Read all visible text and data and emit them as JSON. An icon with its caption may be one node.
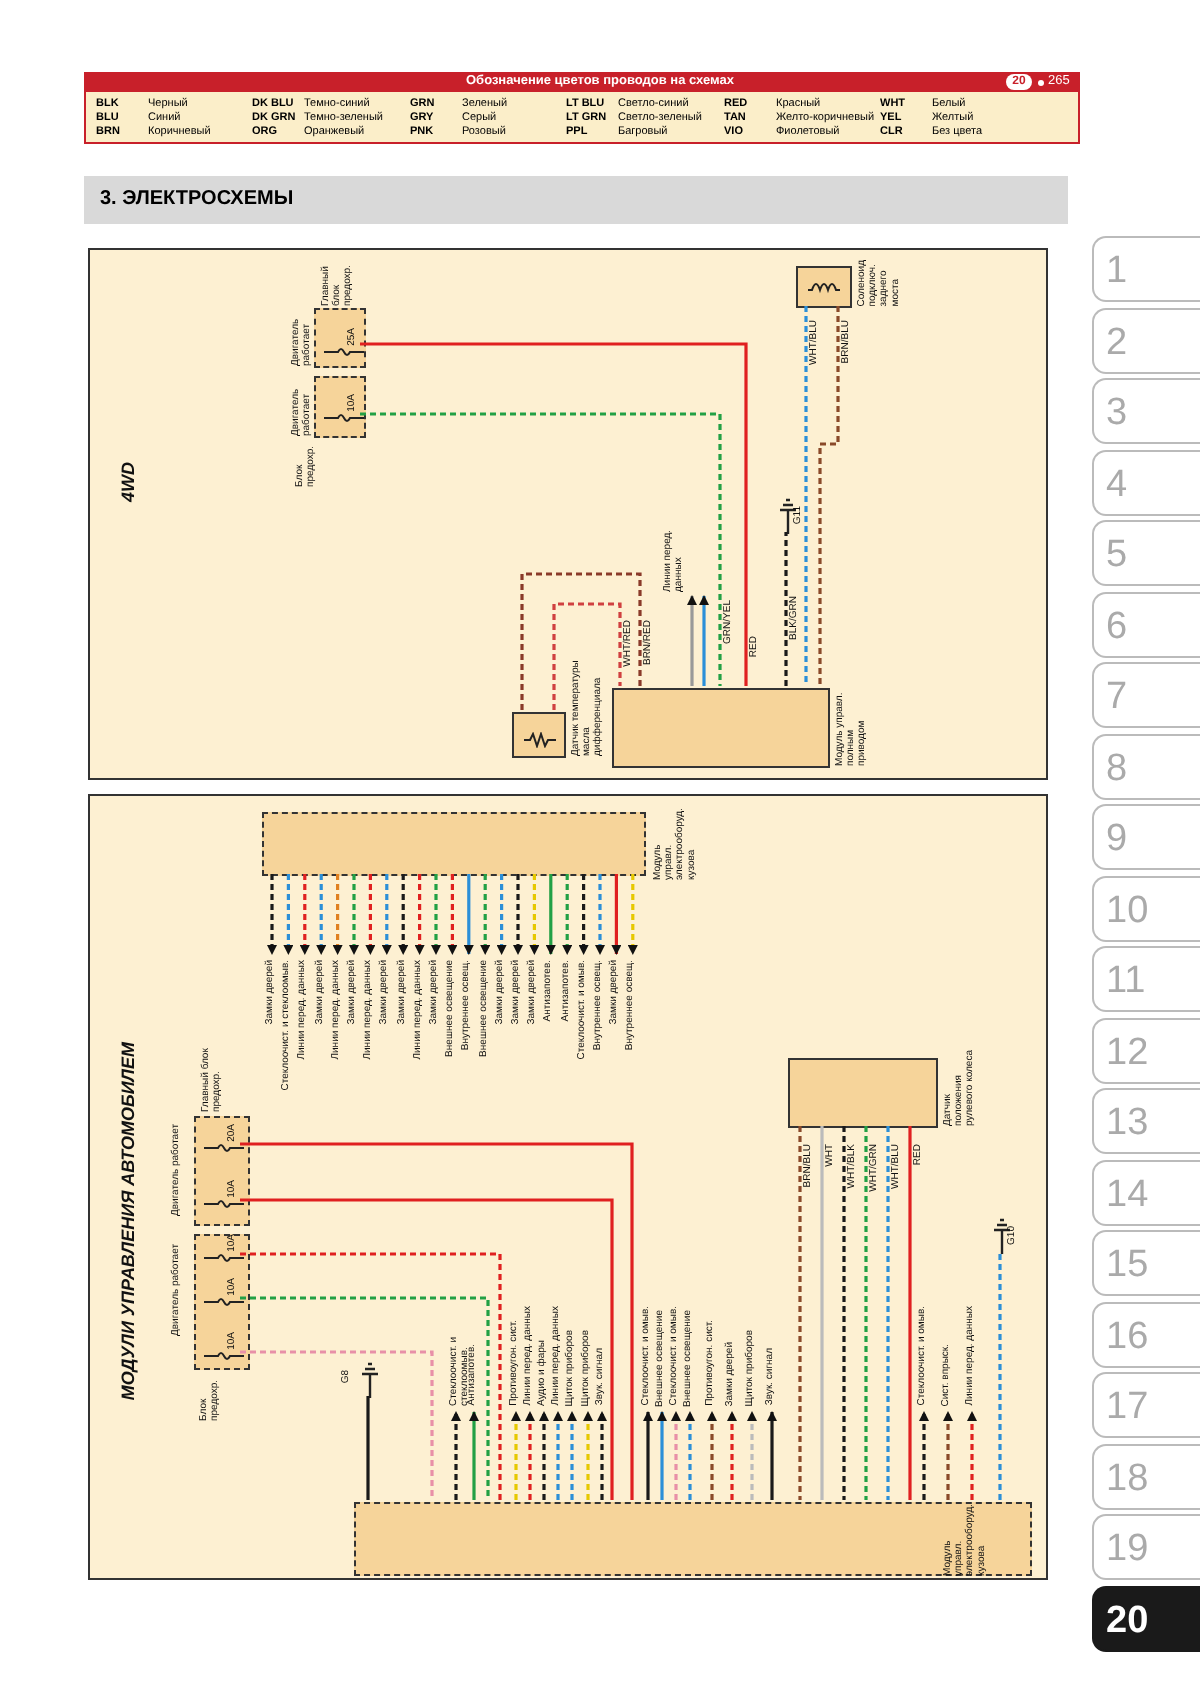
{
  "diagram": {
    "title": "3. ЭЛЕКТРОСХЕМЫ",
    "nodes": [
      {
        "text": [
          "4WD"
        ]
      },
      {
        "text": [
          "Главный блок предохр."
        ],
        "beside": [
          "Двигатель работает"
        ],
        "in": 0
      },
      {
        "text": [
          "25A"
        ],
        "in": 1
      },
      {
        "text": [
          "Блок предохр."
        ],
        "beside": [
          "Двигатель работает"
        ],
        "in": 0
      },
      {
        "text": [
          "10A"
        ],
        "in": 3
      },
      {
        "text": [
          "Датчик температуры масла дифференциала"
        ],
        "in": 0
      },
      {
        "text": [
          "Модуль управл. полным приводом"
        ],
        "in": 0
      },
      {
        "text": [
          "Соленоид подключ. заднего моста"
        ],
        "in": 0
      },
      {
        "text": [
          "G11"
        ],
        "in": 0
      },
      {
        "text": [
          "МОДУЛИ УПРАВЛЕНИЯ АВТОМОБИЛЕМ"
        ]
      },
      {
        "text": [
          "Модуль управл. электрооборуд. кузова"
        ],
        "in": 9
      },
      {
        "text": [
          "Главный блок предохр."
        ],
        "beside": [
          "Двигатель работает"
        ],
        "in": 9
      },
      {
        "text": [
          "20A"
        ],
        "in": 11
      },
      {
        "text": [
          "10A"
        ],
        "in": 11
      },
      {
        "text": [
          "Блок предохр."
        ],
        "beside": [
          "Двигатель работает"
        ],
        "in": 9
      },
      {
        "text": [
          "10A"
        ],
        "in": 14
      },
      {
        "text": [
          "10A"
        ],
        "in": 14
      },
      {
        "text": [
          "10A"
        ],
        "in": 14
      },
      {
        "text": [
          "Датчик положения рулевого колеса"
        ],
        "in": 9
      },
      {
        "text": [
          "Модуль управл. электрооборуд. кузова"
        ],
        "in": 9
      },
      {
        "text": [
          "G8"
        ],
        "in": 9
      },
      {
        "text": [
          "G10"
        ],
        "in": 9
      }
    ],
    "edges": [
      {
        "from": 2,
        "to": 6,
        "arrow": "none",
        "label": "RED",
        "color": "#e02020"
      },
      {
        "from": 4,
        "to": 6,
        "arrow": "none",
        "label": "GRN/YEL",
        "style": "dashed",
        "color": "#22a045"
      },
      {
        "from": 5,
        "to": 6,
        "arrow": "none",
        "label": "BRN/RED",
        "style": "dashed",
        "color": "#8a3a2a"
      },
      {
        "from": 5,
        "to": 6,
        "arrow": "none",
        "label": "WHT/RED",
        "style": "dashed",
        "color": "#d04040"
      },
      {
        "from": 6,
        "to": null,
        "arrow": "to",
        "label": "Линии перед. данных",
        "color": "#999999"
      },
      {
        "from": 6,
        "to": null,
        "arrow": "to",
        "color": "#2b8fd8"
      },
      {
        "from": 6,
        "to": 8,
        "arrow": "none",
        "label": "BLK/GRN",
        "style": "dashed",
        "color": "#1a1a1a"
      },
      {
        "from": 7,
        "to": 6,
        "arrow": "none",
        "label": "WHT/BLU",
        "style": "dashed",
        "color": "#2b8fd8"
      },
      {
        "from": 7,
        "to": 6,
        "arrow": "none",
        "label": "BRN/BLU",
        "style": "dashed",
        "color": "#8a4a2a"
      },
      {
        "from": 12,
        "to": 19,
        "arrow": "none",
        "color": "#e02020"
      },
      {
        "from": 13,
        "to": 19,
        "arrow": "none",
        "color": "#e02020"
      },
      {
        "from": 15,
        "to": 19,
        "arrow": "none",
        "style": "dashed",
        "color": "#e02020"
      },
      {
        "from": 16,
        "to": 19,
        "arrow": "none",
        "style": "dashed",
        "color": "#22a045"
      },
      {
        "from": 17,
        "to": 19,
        "arrow": "none",
        "style": "dashed",
        "color": "#e890a8"
      },
      {
        "from": 18,
        "to": 19,
        "arrow": "none",
        "label": "BRN/BLU",
        "style": "dashed",
        "color": "#8a4a2a"
      },
      {
        "from": 18,
        "to": 19,
        "arrow": "none",
        "label": "WHT",
        "color": "#bbbbbb"
      },
      {
        "from": 18,
        "to": 19,
        "arrow": "none",
        "label": "WHT/BLK",
        "style": "dashed",
        "color": "#1a1a1a"
      },
      {
        "from": 18,
        "to": 19,
        "arrow": "none",
        "label": "WHT/GRN",
        "style": "dashed",
        "color": "#22a045"
      },
      {
        "from": 18,
        "to": 19,
        "arrow": "none",
        "label": "WHT/BLU",
        "style": "dashed",
        "color": "#2b8fd8"
      },
      {
        "from": 18,
        "to": 19,
        "arrow": "none",
        "label": "RED",
        "color": "#e02020"
      },
      {
        "from": 19,
        "to": 20,
        "arrow": "none",
        "color": "#1a1a1a"
      },
      {
        "from": 19,
        "to": 21,
        "arrow": "none",
        "style": "dashed",
        "color": "#2b8fd8"
      },
      {
        "from": 10,
        "to": null,
        "arrow": "to",
        "label": "Замки дверей",
        "style": "dashed",
        "color": "#1a1a1a"
      },
      {
        "from": 10,
        "to": null,
        "arrow": "to",
        "label": "Стеклоочист. и стеклоомыв.",
        "style": "dashed",
        "color": "#2b8fd8"
      },
      {
        "from": 10,
        "to": null,
        "arrow": "to",
        "label": "Линии перед. данных",
        "style": "dashed",
        "color": "#e02020"
      },
      {
        "from": 10,
        "to": null,
        "arrow": "to",
        "label": "Замки дверей",
        "style": "dashed",
        "color": "#2b8fd8"
      },
      {
        "from": 10,
        "to": null,
        "arrow": "to",
        "label": "Линии перед. данных",
        "style": "dashed",
        "color": "#e08020"
      },
      {
        "from": 10,
        "to": null,
        "arrow": "to",
        "label": "Замки дверей",
        "style": "dashed",
        "color": "#22a045"
      },
      {
        "from": 10,
        "to": null,
        "arrow": "to",
        "label": "Линии перед. данных",
        "style": "dashed",
        "color": "#e02020"
      },
      {
        "from": 10,
        "to": null,
        "arrow": "to",
        "label": "Замки дверей",
        "style": "dashed",
        "color": "#2b8fd8"
      },
      {
        "from": 10,
        "to": null,
        "arrow": "to",
        "label": "Замки дверей",
        "style": "dashed",
        "color": "#1a1a1a"
      },
      {
        "from": 10,
        "to": null,
        "arrow": "to",
        "label": "Линии перед. данных",
        "style": "dashed",
        "color": "#e02020"
      },
      {
        "from": 10,
        "to": null,
        "arrow": "to",
        "label": "Замки дверей",
        "style": "dashed",
        "color": "#22a045"
      },
      {
        "from": 10,
        "to": null,
        "arrow": "to",
        "label": "Внешнее освещение",
        "style": "dashed",
        "color": "#e02020"
      },
      {
        "from": 10,
        "to": null,
        "arrow": "to",
        "label": "Внутреннее освещ.",
        "color": "#2b8fd8"
      },
      {
        "from": 10,
        "to": null,
        "arrow": "to",
        "label": "Внешнее освещение",
        "style": "dashed",
        "color": "#22a045"
      },
      {
        "from": 10,
        "to": null,
        "arrow": "to",
        "label": "Замки дверей",
        "style": "dashed",
        "color": "#2b8fd8"
      },
      {
        "from": 10,
        "to": null,
        "arrow": "to",
        "label": "Замки дверей",
        "style": "dashed",
        "color": "#1a1a1a"
      },
      {
        "from": 10,
        "to": null,
        "arrow": "to",
        "label": "Замки дверей",
        "style": "dashed",
        "color": "#e6c800"
      },
      {
        "from": 10,
        "to": null,
        "arrow": "to",
        "label": "Антизапотев.",
        "color": "#22a045"
      },
      {
        "from": 10,
        "to": null,
        "arrow": "to",
        "label": "Антизапотев.",
        "style": "dashed",
        "color": "#22a045"
      },
      {
        "from": 10,
        "to": null,
        "arrow": "to",
        "label": "Стеклоочист. и омыв.",
        "style": "dashed",
        "color": "#1a1a1a"
      },
      {
        "from": 10,
        "to": null,
        "arrow": "to",
        "label": "Внутреннее освещ.",
        "style": "dashed",
        "color": "#2b8fd8"
      },
      {
        "from": 10,
        "to": null,
        "arrow": "to",
        "label": "Замки дверей",
        "color": "#e02020"
      },
      {
        "from": 10,
        "to": null,
        "arrow": "to",
        "label": "Внутреннее освещ.",
        "style": "dashed",
        "color": "#e6c800"
      },
      {
        "from": 19,
        "to": null,
        "arrow": "to",
        "label": "Стеклоочист. и стеклоомыв.",
        "style": "dashed",
        "color": "#1a1a1a"
      },
      {
        "from": 19,
        "to": null,
        "arrow": "to",
        "label": "Антизапотев.",
        "color": "#22a045"
      },
      {
        "from": 19,
        "to": null,
        "arrow": "to",
        "label": "Противоугон. сист.",
        "style": "dashed",
        "color": "#e6c800"
      },
      {
        "from": 19,
        "to": null,
        "arrow": "to",
        "label": "Линии перед. данных",
        "style": "dashed",
        "color": "#e02020"
      },
      {
        "from": 19,
        "to": null,
        "arrow": "to",
        "label": "Аудио и фары",
        "style": "dashed",
        "color": "#1a1a1a"
      },
      {
        "from": 19,
        "to": null,
        "arrow": "to",
        "label": "Линии перед. данных",
        "style": "dashed",
        "color": "#2b8fd8"
      },
      {
        "from": 19,
        "to": null,
        "arrow": "to",
        "label": "Щиток приборов",
        "style": "dashed",
        "color": "#2b8fd8"
      },
      {
        "from": 19,
        "to": null,
        "arrow": "to",
        "label": "Щиток приборов",
        "style": "dashed",
        "color": "#e6c800"
      },
      {
        "from": 19,
        "to": null,
        "arrow": "to",
        "label": "Звук. сигнал",
        "style": "dashed",
        "color": "#1a1a1a"
      },
      {
        "from": 19,
        "to": null,
        "arrow": "to",
        "label": "Стеклоочист. и омыв.",
        "color": "#1a1a1a"
      },
      {
        "from": 19,
        "to": null,
        "arrow": "to",
        "label": "Внешнее освещение",
        "color": "#2b8fd8"
      },
      {
        "from": 19,
        "to": null,
        "arrow": "to",
        "label": "Стеклоочист. и омыв.",
        "style": "dashed",
        "color": "#e890a8"
      },
      {
        "from": 19,
        "to": null,
        "arrow": "to",
        "label": "Внешнее освещение",
        "style": "dashed",
        "color": "#2b8fd8"
      },
      {
        "from": 19,
        "to": null,
        "arrow": "to",
        "label": "Противоугон. сист.",
        "style": "dashed",
        "color": "#8a4a2a"
      },
      {
        "from": 19,
        "to": null,
        "arrow": "to",
        "label": "Замки дверей",
        "style": "dashed",
        "color": "#e02020"
      },
      {
        "from": 19,
        "to": null,
        "arrow": "to",
        "label": "Щиток приборов",
        "style": "dashed",
        "color": "#bbbbbb"
      },
      {
        "from": 19,
        "to": null,
        "arrow": "to",
        "label": "Звук. сигнал",
        "color": "#1a1a1a"
      },
      {
        "from": 19,
        "to": null,
        "arrow": "to",
        "label": "Стеклоочист. и омыв.",
        "style": "dashed",
        "color": "#1a1a1a"
      },
      {
        "from": 19,
        "to": null,
        "arrow": "to",
        "label": "Сист. впрыск.",
        "style": "dashed",
        "color": "#8a4a2a"
      },
      {
        "from": 19,
        "to": null,
        "arrow": "to",
        "label": "Линии перед. данных",
        "style": "dashed",
        "color": "#e02020"
      }
    ],
    "labels": [
      "Обозначение цветов проводов на схемах",
      "20",
      "265",
      "BLK",
      "Черный",
      "DK BLU",
      "Темно-синий",
      "GRN",
      "Зеленый",
      "LT BLU",
      "Светло-синий",
      "RED",
      "Красный",
      "WHT",
      "Белый",
      "BLU",
      "Синий",
      "DK GRN",
      "Темно-зеленый",
      "GRY",
      "Серый",
      "LT GRN",
      "Светло-зеленый",
      "TAN",
      "Желто-коричневый",
      "YEL",
      "Желтый",
      "BRN",
      "Коричневый",
      "ORG",
      "Оранжевый",
      "PNK",
      "Розовый",
      "PPL",
      "Багровый",
      "VIO",
      "Фиолетовый",
      "CLR",
      "Без цвета",
      "1",
      "2",
      "3",
      "4",
      "5",
      "6",
      "7",
      "8",
      "9",
      "10",
      "11",
      "12",
      "13",
      "14",
      "15",
      "16",
      "17",
      "18",
      "19",
      "20"
    ]
  }
}
